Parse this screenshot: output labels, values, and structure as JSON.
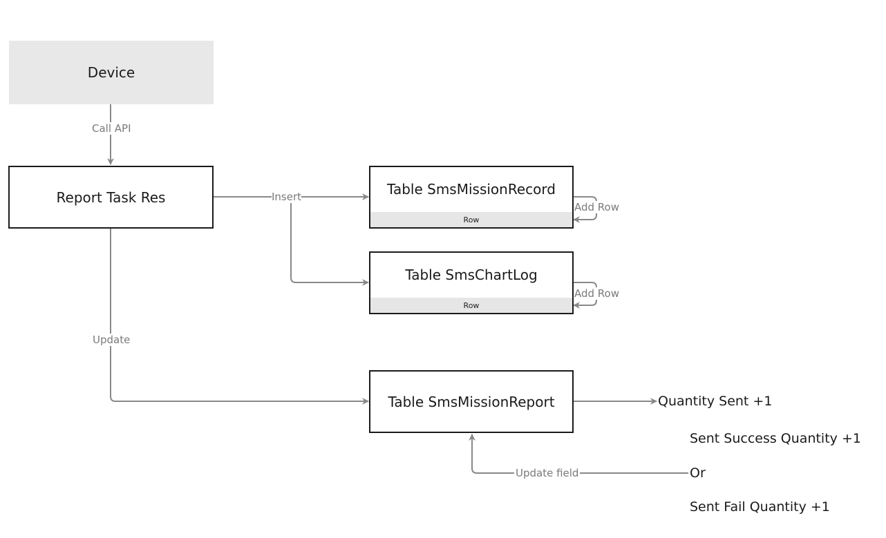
{
  "nodes": {
    "device": "Device",
    "report_task_res": "Report Task Res",
    "sms_mission_record": {
      "title": "Table SmsMissionRecord",
      "row": "Row"
    },
    "sms_chart_log": {
      "title": "Table SmsChartLog",
      "row": "Row"
    },
    "sms_mission_report": "Table SmsMissionReport"
  },
  "edge_labels": {
    "call_api": "Call API",
    "insert": "Insert",
    "add_row_record": "Add Row",
    "add_row_chart": "Add Row",
    "update": "Update",
    "update_field": "Update field"
  },
  "outputs": {
    "quantity_sent": "Quantity Sent +1",
    "sent_success": "Sent Success Quantity +1",
    "or": "Or",
    "sent_fail": "Sent Fail Quantity +1"
  },
  "colors": {
    "edge": "#888888",
    "node_border": "#1a1a1a",
    "device_fill": "#e8e8e8",
    "row_fill": "#e6e6e6",
    "label_text": "#7a7a7a"
  }
}
